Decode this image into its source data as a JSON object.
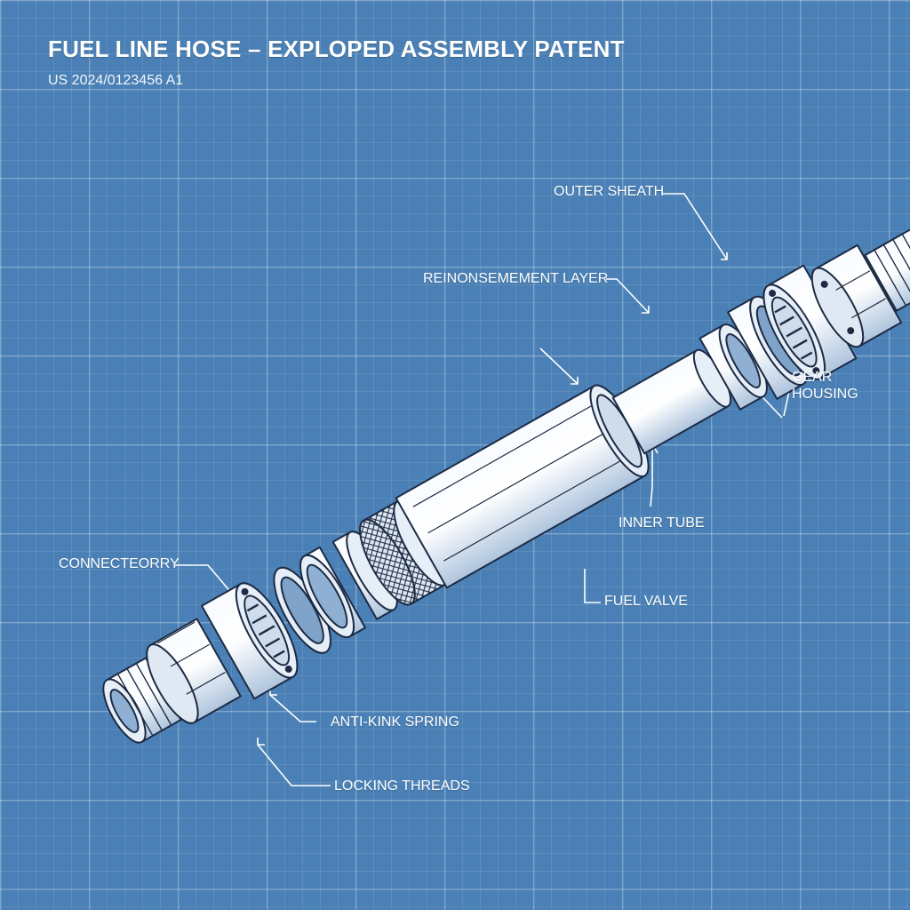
{
  "header": {
    "title": "FUEL LINE HOSE – EXPLOPED ASSEMBLY PATENT",
    "patent_number": "US 2024/0123456 A1"
  },
  "callouts": {
    "outer_sheath": "OUTER SHEATH",
    "reinforcement_layer": "REINONSEMEMENT LAYER",
    "gear_housing_line1": "GEAR",
    "gear_housing_line2": "HOUSING",
    "inner_tube": "INNER TUBE",
    "fuel_valve": "FUEL VALVE",
    "connector": "CONNECTEORRY",
    "anti_kink_spring": "ANTI-KINK SPRING",
    "locking_threads": "LOCKING THREADS"
  },
  "colors": {
    "background": "#4a80b5",
    "grid": "#ffffff",
    "part_fill": "#e6eef8",
    "part_stroke": "#1d2b44",
    "label_text": "#ffffff"
  }
}
